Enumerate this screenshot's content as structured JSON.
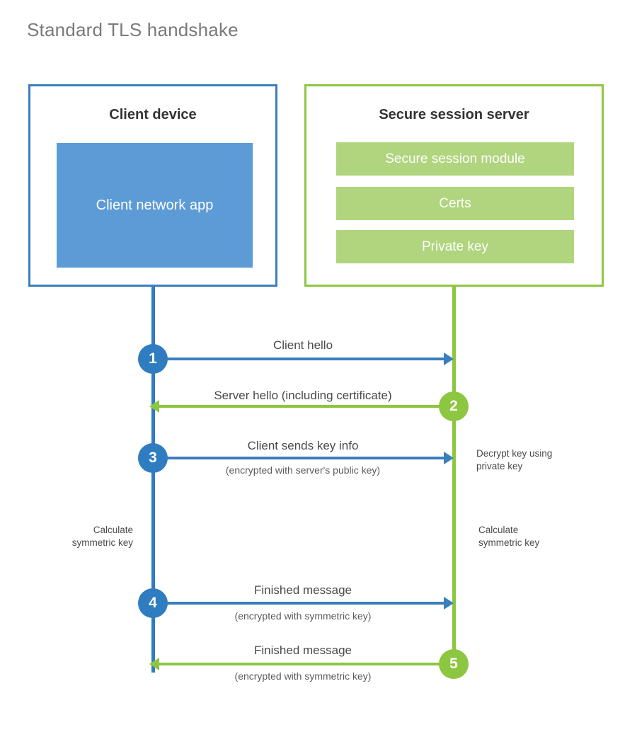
{
  "title": "Standard TLS handshake",
  "colors": {
    "client_border": "#3a7ebf",
    "client_fill": "#5c9bd5",
    "client_badge": "#2f7dc0",
    "server_border": "#8dc640",
    "server_fill": "#b0d57e",
    "server_badge": "#8dc640",
    "title_text": "#7a7a7a",
    "body_text": "#4a4a4a",
    "background": "#ffffff"
  },
  "client_panel": {
    "title": "Client device",
    "app_block": "Client network app"
  },
  "server_panel": {
    "title": "Secure session server",
    "bars": [
      "Secure session module",
      "Certs",
      "Private key"
    ]
  },
  "steps": [
    {
      "number": "1",
      "label": "Client hello",
      "sublabel": "",
      "direction": "client-to-server",
      "color": "#2f7dc0"
    },
    {
      "number": "2",
      "label": "Server hello (including certificate)",
      "sublabel": "",
      "direction": "server-to-client",
      "color": "#8dc640"
    },
    {
      "number": "3",
      "label": "Client sends key info",
      "sublabel": "(encrypted with server's public key)",
      "direction": "client-to-server",
      "color": "#2f7dc0"
    },
    {
      "number": "4",
      "label": "Finished message",
      "sublabel": "(encrypted with symmetric key)",
      "direction": "client-to-server",
      "color": "#2f7dc0"
    },
    {
      "number": "5",
      "label": "Finished message",
      "sublabel": "(encrypted with symmetric key)",
      "direction": "server-to-client",
      "color": "#8dc640"
    }
  ],
  "notes": {
    "decrypt_key": "Decrypt key using\nprivate key",
    "decrypt_key_line1": "Decrypt key using",
    "decrypt_key_line2": "private key",
    "client_calculate_line1": "Calculate",
    "client_calculate_line2": "symmetric key",
    "server_calculate_line1": "Calculate",
    "server_calculate_line2": "symmetric key"
  }
}
